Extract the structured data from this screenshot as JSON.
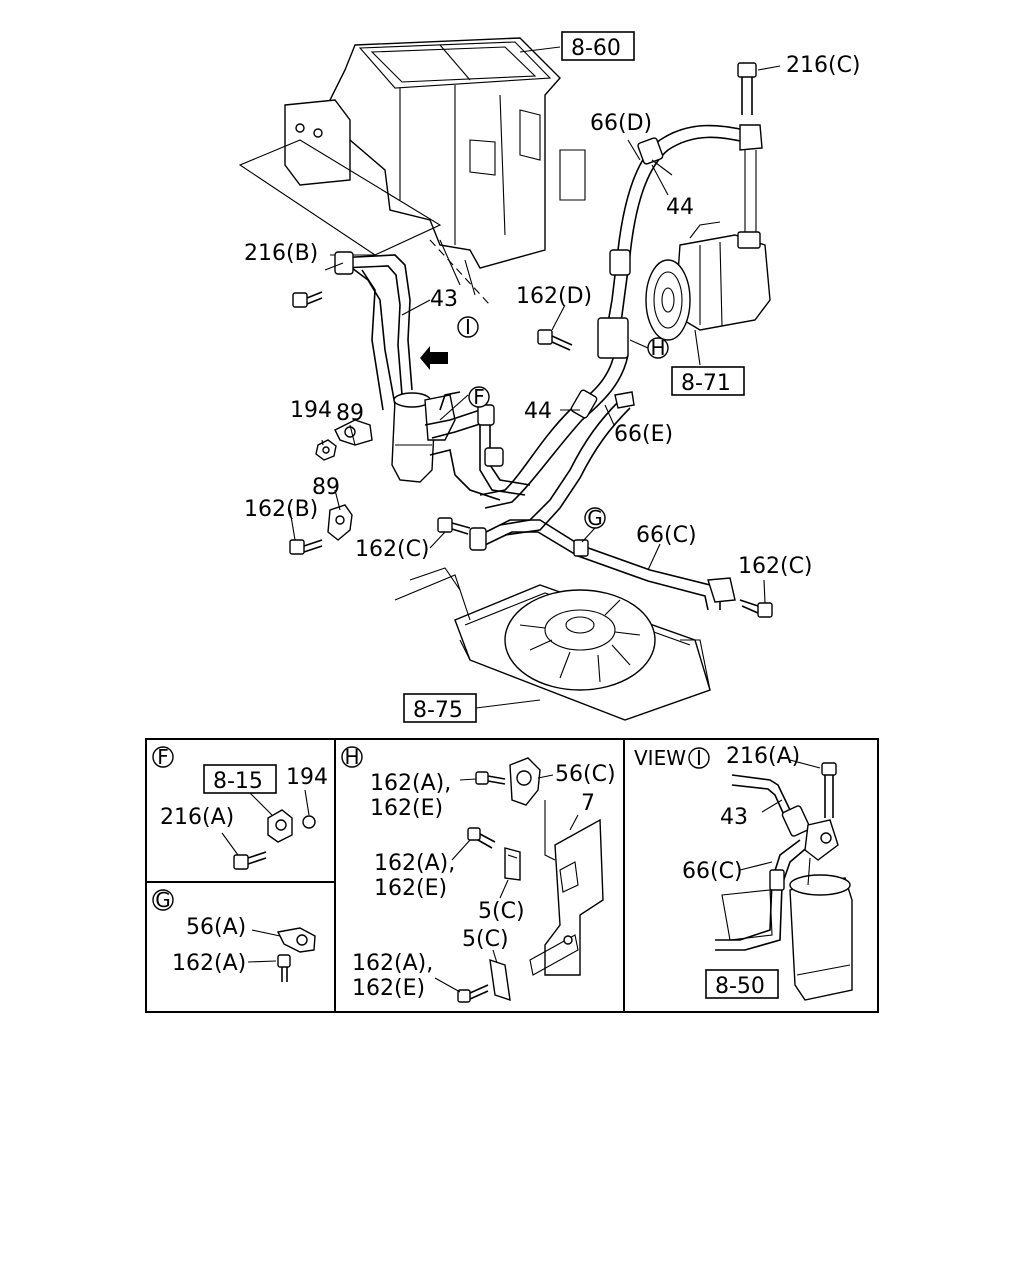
{
  "main": {
    "refs": {
      "r860": "8-60",
      "r871": "8-71",
      "r875": "8-75"
    },
    "labels": {
      "l216c": "216(C)",
      "l66d": "66(D)",
      "l44a": "44",
      "l216b": "216(B)",
      "l43": "43",
      "l162d": "162(D)",
      "l89a": "89",
      "l194": "194",
      "l44b": "44",
      "l66e": "66(E)",
      "l89b": "89",
      "l162b": "162(B)",
      "l162c1": "162(C)",
      "l66c": "66(C)",
      "l162c2": "162(C)"
    },
    "markers": {
      "I": "I",
      "F": "F",
      "H": "H",
      "G": "G"
    }
  },
  "detail_f": {
    "marker": "F",
    "ref": "8-15",
    "l194": "194",
    "l216a": "216(A)"
  },
  "detail_g": {
    "marker": "G",
    "l56a": "56(A)",
    "l162a": "162(A)"
  },
  "detail_h": {
    "marker": "H",
    "l162a_1": "162(A),",
    "l162e_1": "162(E)",
    "l56c": "56(C)",
    "l7": "7",
    "l162a_2": "162(A),",
    "l162e_2": "162(E)",
    "l5c_1": "5(C)",
    "l5c_2": "5(C)",
    "l162a_3": "162(A),",
    "l162e_3": "162(E)"
  },
  "view_i": {
    "view_word": "VIEW",
    "marker": "I",
    "l216a": "216(A)",
    "l43": "43",
    "l66c": "66(C)",
    "ref": "8-50"
  }
}
